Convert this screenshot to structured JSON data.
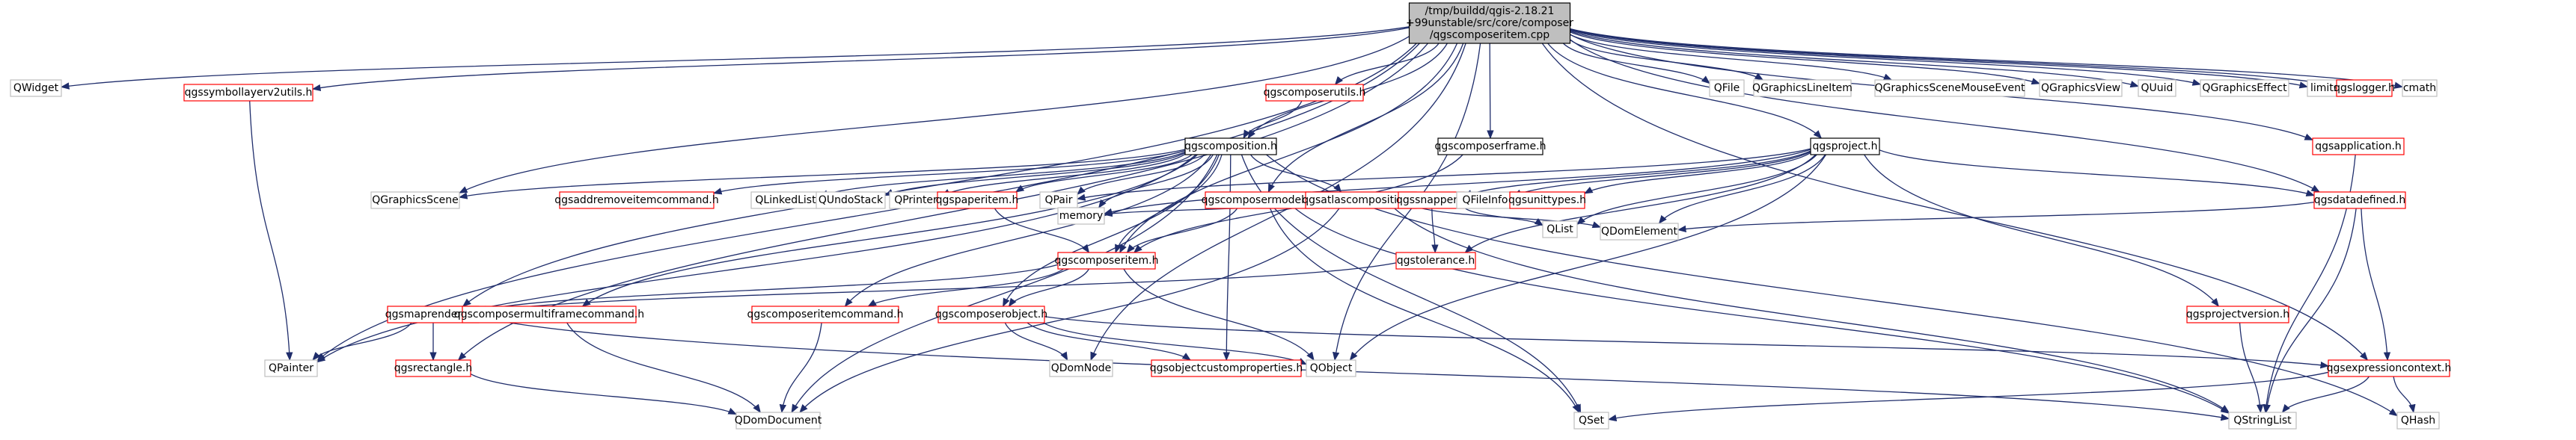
{
  "colors": {
    "edge": "#1f2d6b",
    "node_border_red": "#ff0000",
    "node_border_black": "#000000",
    "node_border_grey": "#bfbfbf",
    "root_fill": "#bfbfbf",
    "node_fill": "#ffffff"
  },
  "nodes": [
    {
      "id": "root",
      "lines": [
        "/tmp/buildd/qgis-2.18.21",
        "+99unstable/src/core/composer",
        "/qgscomposeritem.cpp"
      ],
      "style": "root"
    },
    {
      "id": "QWidget",
      "lines": [
        "QWidget"
      ],
      "style": "grey"
    },
    {
      "id": "qgssymbollayerv2utils",
      "lines": [
        "qgssymbollayerv2utils.h"
      ],
      "style": "red"
    },
    {
      "id": "qgscomposerutils",
      "lines": [
        "qgscomposerutils.h"
      ],
      "style": "red"
    },
    {
      "id": "QFile",
      "lines": [
        "QFile"
      ],
      "style": "grey"
    },
    {
      "id": "QGraphicsLineItem",
      "lines": [
        "QGraphicsLineItem"
      ],
      "style": "grey"
    },
    {
      "id": "QGraphicsSceneMouseEvent",
      "lines": [
        "QGraphicsSceneMouseEvent"
      ],
      "style": "grey"
    },
    {
      "id": "QGraphicsView",
      "lines": [
        "QGraphicsView"
      ],
      "style": "grey"
    },
    {
      "id": "QUuid",
      "lines": [
        "QUuid"
      ],
      "style": "grey"
    },
    {
      "id": "QGraphicsEffect",
      "lines": [
        "QGraphicsEffect"
      ],
      "style": "grey"
    },
    {
      "id": "limits",
      "lines": [
        "limits"
      ],
      "style": "grey"
    },
    {
      "id": "qgslogger",
      "lines": [
        "qgslogger.h"
      ],
      "style": "red"
    },
    {
      "id": "cmath",
      "lines": [
        "cmath"
      ],
      "style": "grey"
    },
    {
      "id": "qgscomposition",
      "lines": [
        "qgscomposition.h"
      ],
      "style": "black"
    },
    {
      "id": "qgscomposerframe",
      "lines": [
        "qgscomposerframe.h"
      ],
      "style": "black"
    },
    {
      "id": "qgsproject",
      "lines": [
        "qgsproject.h"
      ],
      "style": "black"
    },
    {
      "id": "qgsapplication",
      "lines": [
        "qgsapplication.h"
      ],
      "style": "red"
    },
    {
      "id": "QGraphicsScene",
      "lines": [
        "QGraphicsScene"
      ],
      "style": "grey"
    },
    {
      "id": "qgsaddremoveitemcommand",
      "lines": [
        "qgsaddremoveitemcommand.h"
      ],
      "style": "red"
    },
    {
      "id": "QLinkedList",
      "lines": [
        "QLinkedList"
      ],
      "style": "grey"
    },
    {
      "id": "QUndoStack",
      "lines": [
        "QUndoStack"
      ],
      "style": "grey"
    },
    {
      "id": "QPrinter",
      "lines": [
        "QPrinter"
      ],
      "style": "grey"
    },
    {
      "id": "qgspaperitem",
      "lines": [
        "qgspaperitem.h"
      ],
      "style": "red"
    },
    {
      "id": "QPair",
      "lines": [
        "QPair"
      ],
      "style": "grey"
    },
    {
      "id": "qgscomposermodel",
      "lines": [
        "qgscomposermodel.h"
      ],
      "style": "red"
    },
    {
      "id": "qgsatlascomposition",
      "lines": [
        "qgsatlascomposition.h"
      ],
      "style": "red"
    },
    {
      "id": "qgssnapper",
      "lines": [
        "qgssnapper.h"
      ],
      "style": "red"
    },
    {
      "id": "QFileInfo",
      "lines": [
        "QFileInfo"
      ],
      "style": "grey"
    },
    {
      "id": "qgsunittypes",
      "lines": [
        "qgsunittypes.h"
      ],
      "style": "red"
    },
    {
      "id": "qgsdatadefined",
      "lines": [
        "qgsdatadefined.h"
      ],
      "style": "red"
    },
    {
      "id": "memory",
      "lines": [
        "memory"
      ],
      "style": "grey"
    },
    {
      "id": "qgscomposeritem",
      "lines": [
        "qgscomposeritem.h"
      ],
      "style": "red"
    },
    {
      "id": "qgstolerance",
      "lines": [
        "qgstolerance.h"
      ],
      "style": "red"
    },
    {
      "id": "QList",
      "lines": [
        "QList"
      ],
      "style": "grey"
    },
    {
      "id": "QDomElement",
      "lines": [
        "QDomElement"
      ],
      "style": "grey"
    },
    {
      "id": "qgsmaprenderer",
      "lines": [
        "qgsmaprenderer.h"
      ],
      "style": "red"
    },
    {
      "id": "qgscomposermultiframecommand",
      "lines": [
        "qgscomposermultiframecommand.h"
      ],
      "style": "red"
    },
    {
      "id": "qgscomposeritemcommand",
      "lines": [
        "qgscomposeritemcommand.h"
      ],
      "style": "red"
    },
    {
      "id": "qgscomposerobject",
      "lines": [
        "qgscomposerobject.h"
      ],
      "style": "red"
    },
    {
      "id": "qgsprojectversion",
      "lines": [
        "qgsprojectversion.h"
      ],
      "style": "red"
    },
    {
      "id": "QPainter",
      "lines": [
        "QPainter"
      ],
      "style": "grey"
    },
    {
      "id": "qgsrectangle",
      "lines": [
        "qgsrectangle.h"
      ],
      "style": "red"
    },
    {
      "id": "QDomNode",
      "lines": [
        "QDomNode"
      ],
      "style": "grey"
    },
    {
      "id": "qgsobjectcustomproperties",
      "lines": [
        "qgsobjectcustomproperties.h"
      ],
      "style": "red"
    },
    {
      "id": "QObject",
      "lines": [
        "QObject"
      ],
      "style": "grey"
    },
    {
      "id": "qgsexpressioncontext",
      "lines": [
        "qgsexpressioncontext.h"
      ],
      "style": "red"
    },
    {
      "id": "QDomDocument",
      "lines": [
        "QDomDocument"
      ],
      "style": "grey"
    },
    {
      "id": "QSet",
      "lines": [
        "QSet"
      ],
      "style": "grey"
    },
    {
      "id": "QStringList",
      "lines": [
        "QStringList"
      ],
      "style": "grey"
    },
    {
      "id": "QHash",
      "lines": [
        "QHash"
      ],
      "style": "grey"
    }
  ],
  "edges": [
    [
      "root",
      "QWidget"
    ],
    [
      "root",
      "qgssymbollayerv2utils"
    ],
    [
      "root",
      "qgscomposerutils"
    ],
    [
      "root",
      "QFile"
    ],
    [
      "root",
      "QGraphicsLineItem"
    ],
    [
      "root",
      "QGraphicsSceneMouseEvent"
    ],
    [
      "root",
      "QGraphicsView"
    ],
    [
      "root",
      "QUuid"
    ],
    [
      "root",
      "QGraphicsEffect"
    ],
    [
      "root",
      "limits"
    ],
    [
      "root",
      "qgslogger"
    ],
    [
      "root",
      "cmath"
    ],
    [
      "root",
      "qgscomposition"
    ],
    [
      "root",
      "qgscomposerframe"
    ],
    [
      "root",
      "qgsproject"
    ],
    [
      "root",
      "qgsapplication"
    ],
    [
      "root",
      "QGraphicsScene"
    ],
    [
      "root",
      "qgscomposeritem"
    ],
    [
      "root",
      "qgscomposermodel"
    ],
    [
      "root",
      "qgsdatadefined"
    ],
    [
      "root",
      "qgsexpressioncontext"
    ],
    [
      "root",
      "qgsmaprenderer"
    ],
    [
      "root",
      "qgsrectangle"
    ],
    [
      "root",
      "QPainter"
    ],
    [
      "root",
      "QObject"
    ],
    [
      "root",
      "QDomNode"
    ],
    [
      "qgssymbollayerv2utils",
      "QPainter"
    ],
    [
      "qgscomposerutils",
      "qgscomposition"
    ],
    [
      "qgscomposition",
      "QGraphicsScene"
    ],
    [
      "qgscomposition",
      "qgsaddremoveitemcommand"
    ],
    [
      "qgscomposition",
      "QLinkedList"
    ],
    [
      "qgscomposition",
      "QUndoStack"
    ],
    [
      "qgscomposition",
      "QPrinter"
    ],
    [
      "qgscomposition",
      "qgspaperitem"
    ],
    [
      "qgscomposition",
      "QPair"
    ],
    [
      "qgscomposition",
      "qgsatlascomposition"
    ],
    [
      "qgscomposition",
      "memory"
    ],
    [
      "qgscomposition",
      "qgscomposeritem"
    ],
    [
      "qgscomposition",
      "qgscomposeritemcommand"
    ],
    [
      "qgscomposition",
      "qgscomposerobject"
    ],
    [
      "qgscomposition",
      "qgscomposermultiframecommand"
    ],
    [
      "qgscomposition",
      "QPainter"
    ],
    [
      "qgscomposition",
      "QDomDocument"
    ],
    [
      "qgscomposition",
      "QSet"
    ],
    [
      "qgscomposition",
      "qgsobjectcustomproperties"
    ],
    [
      "qgscomposition",
      "QHash"
    ],
    [
      "qgscomposerframe",
      "qgscomposeritem"
    ],
    [
      "qgspaperitem",
      "qgscomposeritem"
    ],
    [
      "qgsproject",
      "QPair"
    ],
    [
      "qgsproject",
      "memory"
    ],
    [
      "qgsproject",
      "qgstolerance"
    ],
    [
      "qgsproject",
      "qgssnapper"
    ],
    [
      "qgsproject",
      "QFileInfo"
    ],
    [
      "qgsproject",
      "qgsunittypes"
    ],
    [
      "qgsproject",
      "QList"
    ],
    [
      "qgsproject",
      "QObject"
    ],
    [
      "qgsproject",
      "qgsprojectversion"
    ],
    [
      "qgsproject",
      "qgsdatadefined"
    ],
    [
      "qgsproject",
      "QDomElement"
    ],
    [
      "qgsapplication",
      "QStringList"
    ],
    [
      "qgscomposermodel",
      "qgscomposeritem"
    ],
    [
      "qgscomposermodel",
      "QSet"
    ],
    [
      "qgscomposermodel",
      "QStringList"
    ],
    [
      "qgsatlascomposition",
      "memory"
    ],
    [
      "qgsatlascomposition",
      "QDomElement"
    ],
    [
      "qgsatlascomposition",
      "QStringList"
    ],
    [
      "qgsatlascomposition",
      "QDomDocument"
    ],
    [
      "qgssnapper",
      "qgstolerance"
    ],
    [
      "qgssnapper",
      "QList"
    ],
    [
      "qgsdatadefined",
      "QDomElement"
    ],
    [
      "qgsdatadefined",
      "qgsexpressioncontext"
    ],
    [
      "qgsdatadefined",
      "QStringList"
    ],
    [
      "qgscomposeritem",
      "qgsmaprenderer"
    ],
    [
      "qgscomposeritem",
      "qgscomposeritemcommand"
    ],
    [
      "qgscomposeritem",
      "qgscomposerobject"
    ],
    [
      "qgscomposeritem",
      "QObject"
    ],
    [
      "qgstolerance",
      "qgsmaprenderer"
    ],
    [
      "qgsmaprenderer",
      "QPainter"
    ],
    [
      "qgsmaprenderer",
      "qgsrectangle"
    ],
    [
      "qgsmaprenderer",
      "QStringList"
    ],
    [
      "qgscomposermultiframecommand",
      "QDomDocument"
    ],
    [
      "qgscomposeritemcommand",
      "QDomDocument"
    ],
    [
      "qgscomposerobject",
      "QDomNode"
    ],
    [
      "qgscomposerobject",
      "qgsobjectcustomproperties"
    ],
    [
      "qgscomposerobject",
      "QObject"
    ],
    [
      "qgscomposerobject",
      "qgsexpressioncontext"
    ],
    [
      "qgsprojectversion",
      "QStringList"
    ],
    [
      "qgsrectangle",
      "QDomDocument"
    ],
    [
      "qgsexpressioncontext",
      "QSet"
    ],
    [
      "qgsexpressioncontext",
      "QStringList"
    ],
    [
      "qgsexpressioncontext",
      "QHash"
    ]
  ]
}
